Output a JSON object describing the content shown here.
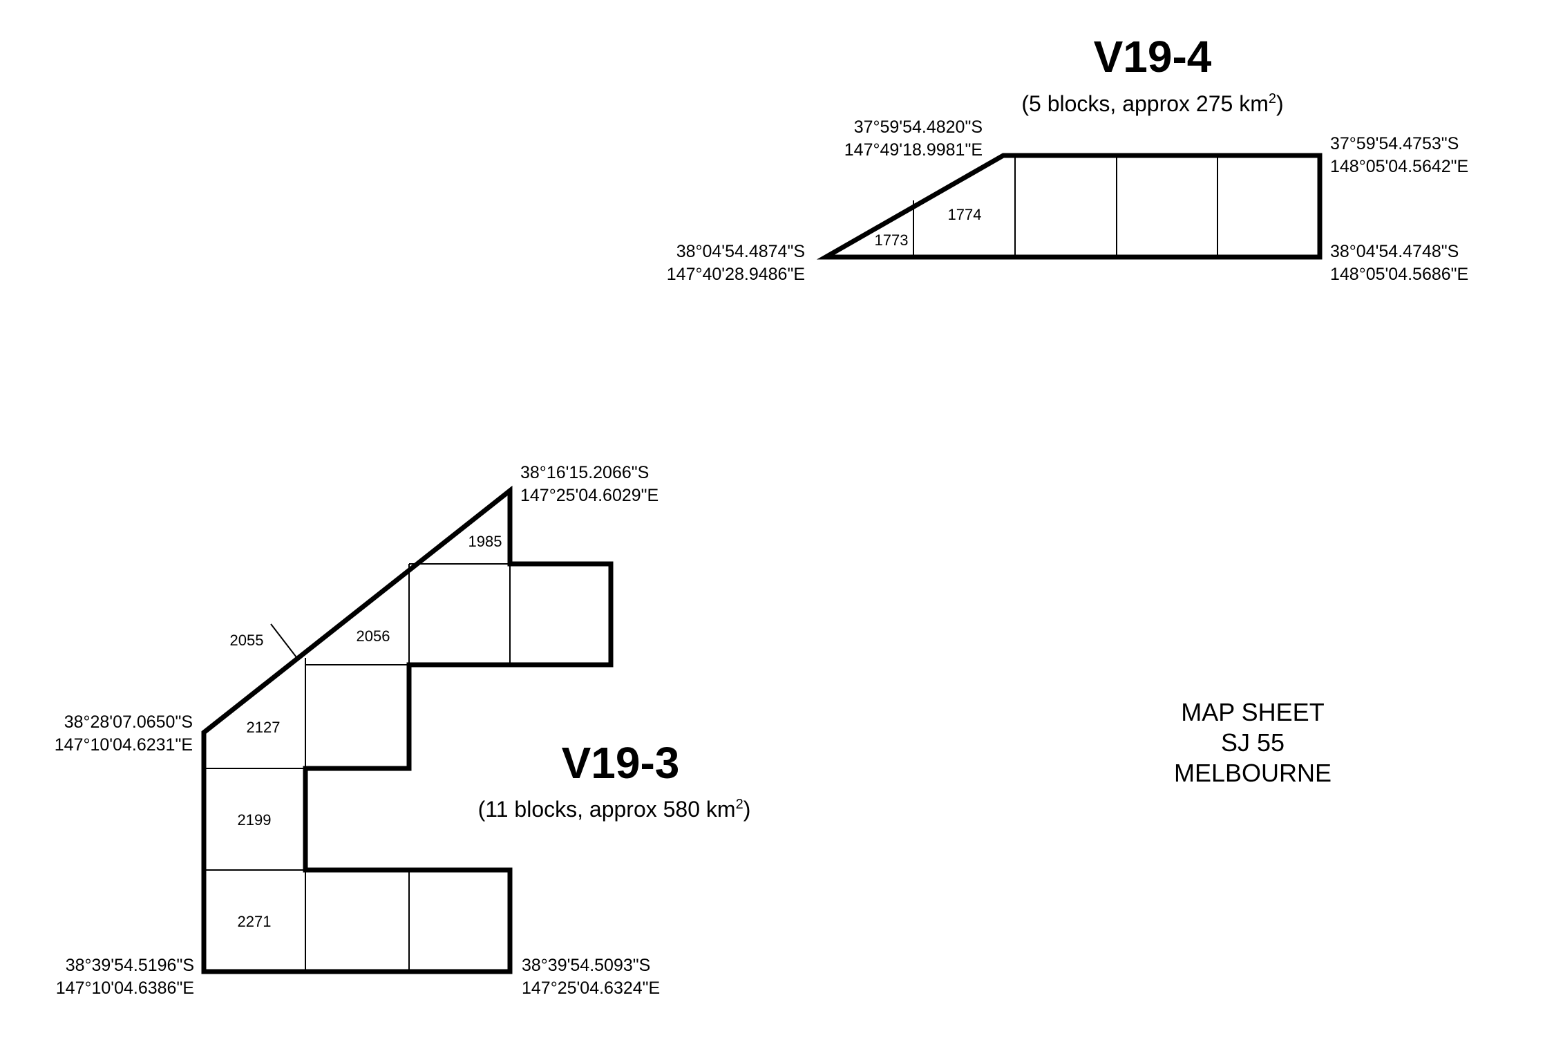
{
  "areas": {
    "v19_4": {
      "title": "V19-4",
      "subtitle_prefix": "(5 blocks, approx 275 km",
      "subtitle_exp": "2",
      "subtitle_suffix": ")",
      "corners": {
        "top_left": {
          "lat": "37°59'54.4820\"S",
          "lon": "147°49'18.9981\"E"
        },
        "top_right": {
          "lat": "37°59'54.4753\"S",
          "lon": "148°05'04.5642\"E"
        },
        "bottom_left": {
          "lat": "38°04'54.4874\"S",
          "lon": "147°40'28.9486\"E"
        },
        "bottom_right": {
          "lat": "38°04'54.4748\"S",
          "lon": "148°05'04.5686\"E"
        }
      },
      "blocks": [
        "1773",
        "1774"
      ]
    },
    "v19_3": {
      "title": "V19-3",
      "subtitle_prefix": "(11 blocks, approx 580 km",
      "subtitle_exp": "2",
      "subtitle_suffix": ")",
      "corners": {
        "top_right": {
          "lat": "38°16'15.2066\"S",
          "lon": "147°25'04.6029\"E"
        },
        "left_upper": {
          "lat": "38°28'07.0650\"S",
          "lon": "147°10'04.6231\"E"
        },
        "bottom_left": {
          "lat": "38°39'54.5196\"S",
          "lon": "147°10'04.6386\"E"
        },
        "bottom_right": {
          "lat": "38°39'54.5093\"S",
          "lon": "147°25'04.6324\"E"
        }
      },
      "blocks": [
        "1985",
        "2055",
        "2056",
        "2127",
        "2199",
        "2271"
      ]
    }
  },
  "map_sheet": {
    "line1": "MAP SHEET",
    "line2": "SJ 55",
    "line3": "MELBOURNE"
  }
}
